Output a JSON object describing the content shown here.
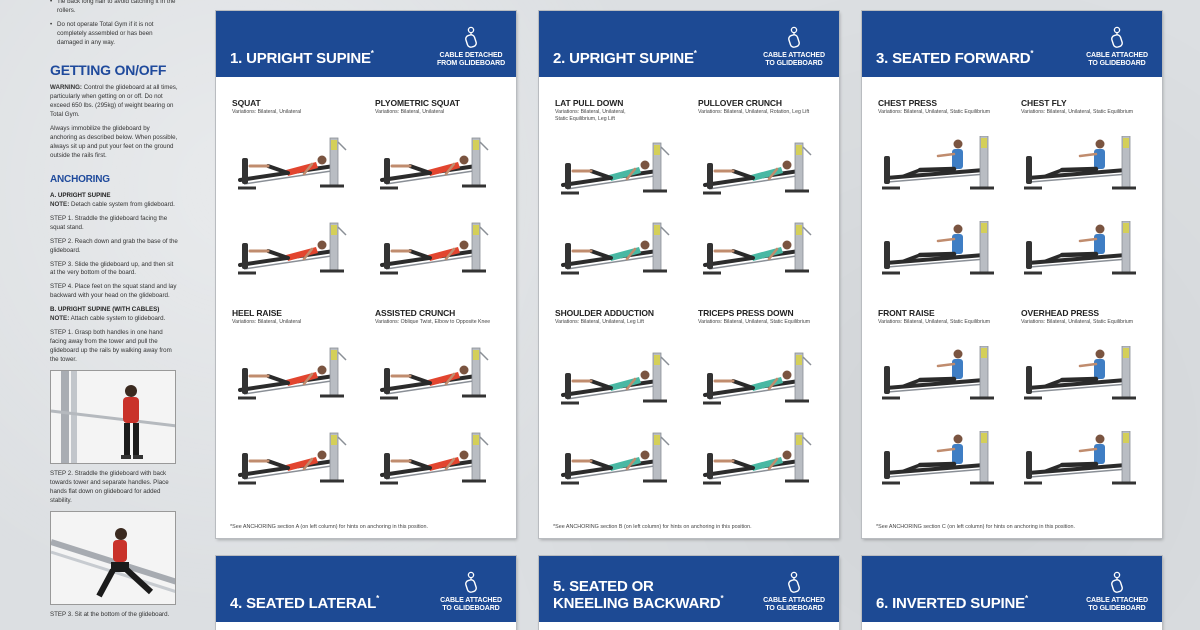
{
  "sidebar": {
    "bullet_1": "Tie back long hair to avoid catching it in the rollers.",
    "bullet_2": "Do not operate Total Gym if it is not completely assembled or has been damaged in any way.",
    "getting_on_off_heading": "GETTING ON/OFF",
    "warning_label": "WARNING:",
    "warning_text": "Control the glideboard at all times, particularly when getting on or off. Do not exceed 650 lbs. (295kg) of weight bearing on Total Gym.",
    "immobilize_text": "Always immobilize the glideboard by anchoring as described below. When possible, always sit up and put your feet on the ground outside the rails first.",
    "anchoring_heading": "ANCHORING",
    "section_a_title": "A. UPRIGHT SUPINE",
    "section_a_note_label": "NOTE:",
    "section_a_note": "Detach cable system from glideboard.",
    "a_step_1": "STEP 1. Straddle the glideboard facing the squat stand.",
    "a_step_2": "STEP 2. Reach down and grab the base of the glideboard.",
    "a_step_3": "STEP 3. Slide the glideboard up, and then sit at the very bottom of the board.",
    "a_step_4": "STEP 4. Place feet on the squat stand and lay backward with your head on the glideboard.",
    "section_b_title": "B. UPRIGHT SUPINE (WITH CABLES)",
    "section_b_note_label": "NOTE:",
    "section_b_note": "Attach cable system to glideboard.",
    "b_step_1": "STEP 1. Grasp both handles in one hand facing away from the tower and pull the glideboard up the rails by walking away from the tower.",
    "b_step_2": "STEP 2. Straddle the glideboard with back towards tower and separate handles. Place hands flat down on glideboard for added stability.",
    "b_step_3": "STEP 3. Sit at the bottom of the glideboard."
  },
  "cards": [
    {
      "number_title": "1. UPRIGHT SUPINE",
      "star": "*",
      "cable_line_1": "CABLE DETACHED",
      "cable_line_2": "FROM GLIDEBOARD",
      "exercises": [
        {
          "name": "SQUAT",
          "variations": "Variations: Bilateral, Unilateral"
        },
        {
          "name": "PLYOMETRIC SQUAT",
          "variations": "Variations: Bilateral, Unilateral"
        },
        {
          "name": "HEEL RAISE",
          "variations": "Variations: Bilateral, Unilateral"
        },
        {
          "name": "ASSISTED CRUNCH",
          "variations": "Variations: Oblique Twist, Elbow to Opposite Knee"
        }
      ],
      "note": "*See ANCHORING section A (on left column) for hints on anchoring in this position."
    },
    {
      "number_title": "2. UPRIGHT SUPINE",
      "star": "*",
      "cable_line_1": "CABLE ATTACHED",
      "cable_line_2": "TO GLIDEBOARD",
      "exercises": [
        {
          "name": "LAT PULL DOWN",
          "variations": "Variations: Bilateral, Unilateral, Static Equilibrium, Leg Lift"
        },
        {
          "name": "PULLOVER CRUNCH",
          "variations": "Variations: Bilateral, Unilateral, Rotation, Leg Lift"
        },
        {
          "name": "SHOULDER ADDUCTION",
          "variations": "Variations: Bilateral, Unilateral, Leg Lift"
        },
        {
          "name": "TRICEPS PRESS DOWN",
          "variations": "Variations: Bilateral, Unilateral, Static Equilibrium"
        }
      ],
      "note": "*See ANCHORING section B (on left column) for hints on anchoring in this position."
    },
    {
      "number_title": "3. SEATED FORWARD",
      "star": "*",
      "cable_line_1": "CABLE ATTACHED",
      "cable_line_2": "TO GLIDEBOARD",
      "exercises": [
        {
          "name": "CHEST PRESS",
          "variations": "Variations: Bilateral, Unilateral, Static Equilibrium"
        },
        {
          "name": "CHEST FLY",
          "variations": "Variations: Bilateral, Unilateral, Static Equilibrium"
        },
        {
          "name": "FRONT RAISE",
          "variations": "Variations: Bilateral, Unilateral, Static Equilibrium"
        },
        {
          "name": "OVERHEAD PRESS",
          "variations": "Variations: Bilateral, Unilateral, Static Equilibrium"
        }
      ],
      "note": "*See ANCHORING section C (on left column) for hints on anchoring in this position."
    },
    {
      "number_title": "4. SEATED LATERAL",
      "star": "*",
      "cable_line_1": "CABLE ATTACHED",
      "cable_line_2": "TO GLIDEBOARD"
    },
    {
      "title_line_1": "5. SEATED OR",
      "title_line_2": "KNEELING BACKWARD",
      "star": "*",
      "cable_line_1": "CABLE ATTACHED",
      "cable_line_2": "TO GLIDEBOARD"
    },
    {
      "number_title": "6. INVERTED SUPINE",
      "star": "*",
      "cable_line_1": "CABLE ATTACHED",
      "cable_line_2": "TO GLIDEBOARD"
    }
  ],
  "colors": {
    "header_blue": "#1d4a94",
    "heading_blue": "#1f4a9c",
    "shirt_red": "#e2452f",
    "shirt_blue": "#3f7ec4",
    "shirt_green": "#49b8a3",
    "frame_gray": "#8a8f96"
  },
  "icons": {
    "cable_icon": "cable-handle-icon",
    "figure": "total-gym-exercise-figure"
  }
}
